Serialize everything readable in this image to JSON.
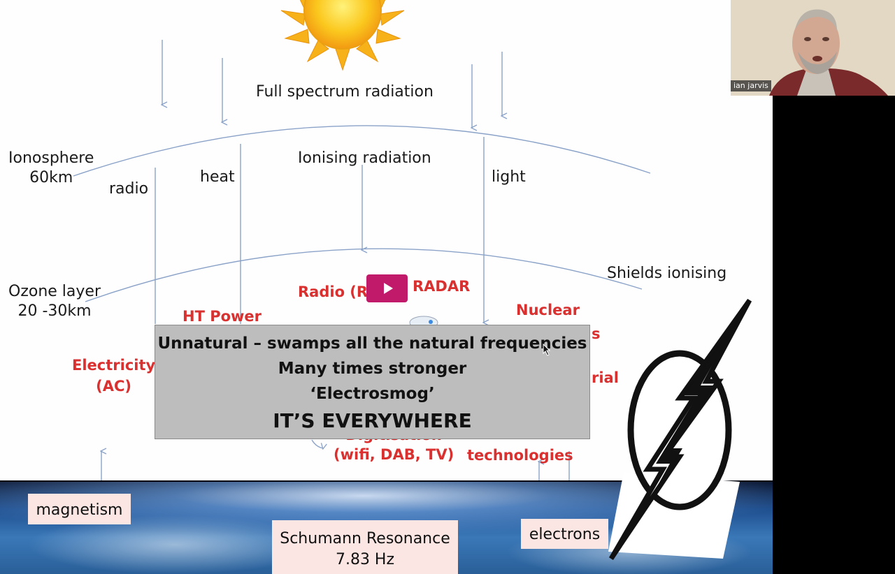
{
  "slide": {
    "sun_icon": "sun-icon",
    "full_spectrum": "Full spectrum radiation",
    "ionosphere": [
      "Ionosphere",
      "60km"
    ],
    "radio": "radio",
    "heat": "heat",
    "ionising_radiation": "Ionising radiation",
    "light": "light",
    "ozone_layer": [
      "Ozone layer",
      "20 -30km"
    ],
    "shields_ionising": "Shields ionising",
    "red_labels": {
      "radio_rf": "Radio (RF)",
      "radar": "RADAR",
      "ht_power": "HT Power",
      "nuclear": "Nuclear",
      "electricity": [
        "Electricity",
        "(AC)"
      ],
      "s_fragment": "s",
      "rial_fragment": "rial",
      "digitisation": [
        "Digitisation",
        "(wifi, DAB, TV)"
      ],
      "technologies": "technologies"
    },
    "overlay": {
      "line1": "Unnatural – swamps all the natural frequencies",
      "line2": "Many times stronger",
      "line3": "‘Electrosmog’",
      "line4": "IT’S EVERYWHERE"
    },
    "magnetism": "magnetism",
    "schumann": [
      "Schumann Resonance",
      "7.83 Hz"
    ],
    "electrons": "electrons",
    "lightning_icon": "lightning-bolt-icon"
  },
  "video": {
    "play_icon": "play-icon",
    "participant_name": "ian jarvis"
  },
  "colors": {
    "red_label": "#d93030",
    "play_button": "#c21a6b",
    "overlay_bg": "#bdbdbd",
    "label_box": "#fbe6e3"
  }
}
